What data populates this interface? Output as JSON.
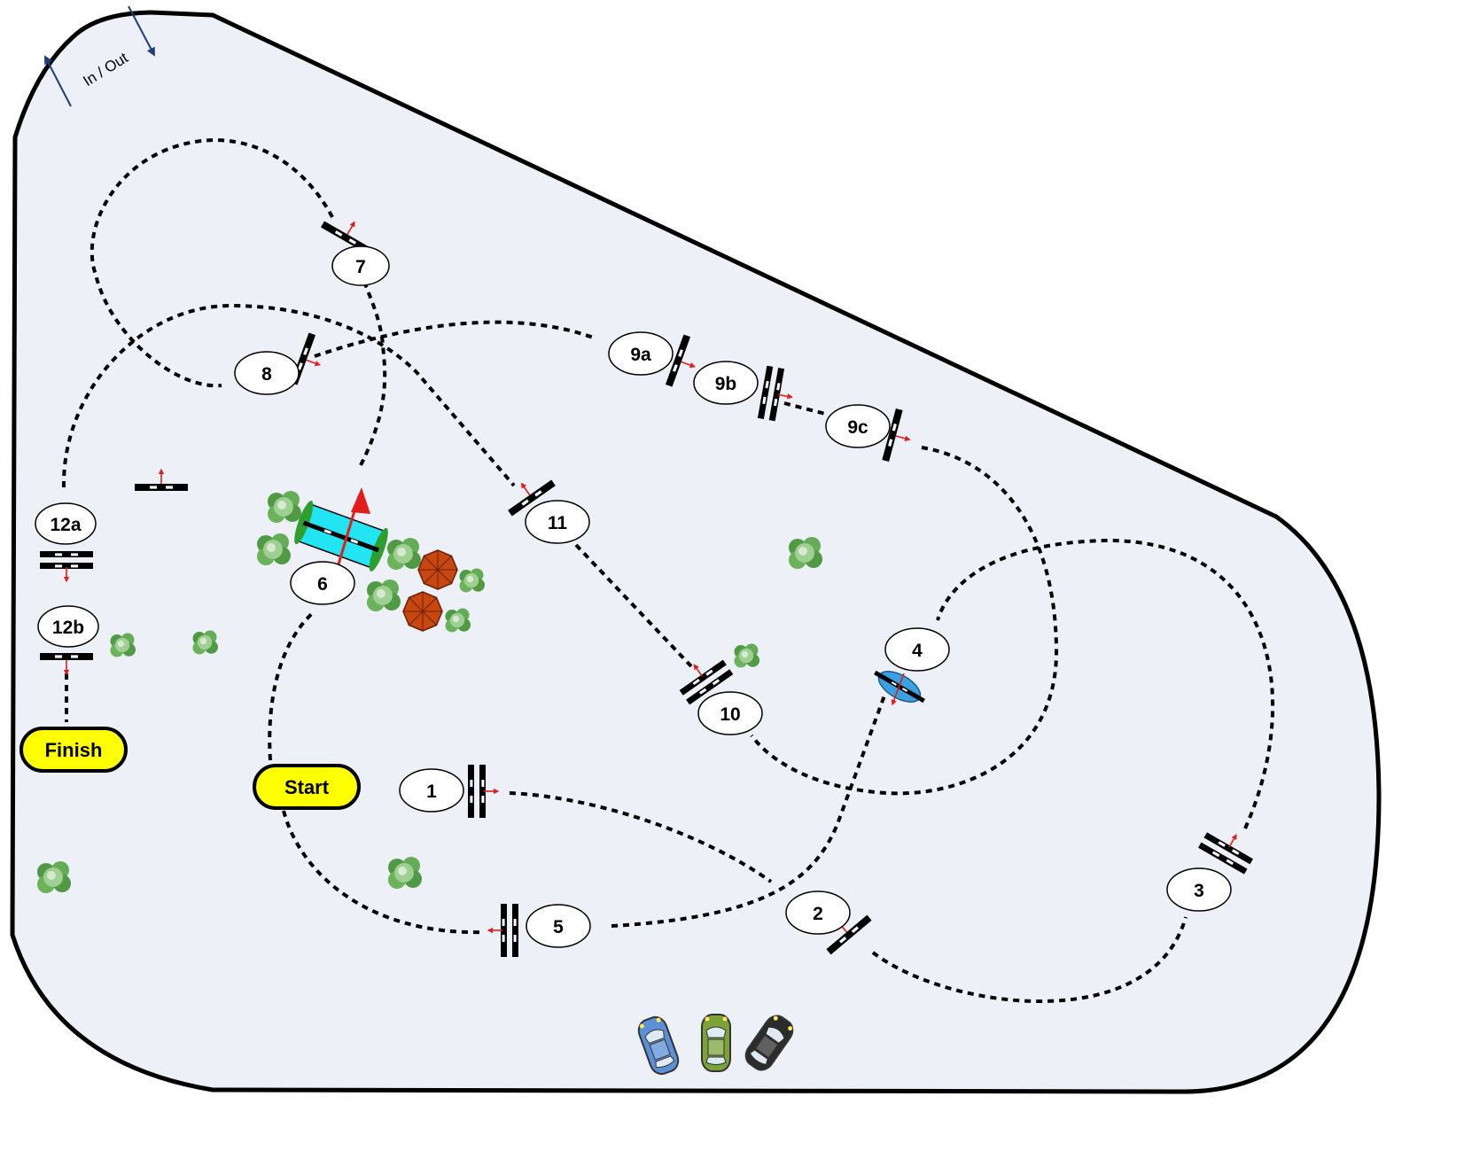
{
  "entrance": {
    "label": "In / Out"
  },
  "start": {
    "label": "Start"
  },
  "finish": {
    "label": "Finish"
  },
  "stations": [
    {
      "id": "s1",
      "label": "1"
    },
    {
      "id": "s2",
      "label": "2"
    },
    {
      "id": "s3",
      "label": "3"
    },
    {
      "id": "s4",
      "label": "4"
    },
    {
      "id": "s5",
      "label": "5"
    },
    {
      "id": "s6",
      "label": "6"
    },
    {
      "id": "s7",
      "label": "7"
    },
    {
      "id": "s8",
      "label": "8"
    },
    {
      "id": "s9a",
      "label": "9a"
    },
    {
      "id": "s9b",
      "label": "9b"
    },
    {
      "id": "s9c",
      "label": "9c"
    },
    {
      "id": "s10",
      "label": "10"
    },
    {
      "id": "s11",
      "label": "11"
    },
    {
      "id": "s12a",
      "label": "12a"
    },
    {
      "id": "s12b",
      "label": "12b"
    }
  ],
  "colors": {
    "area": "#edf0f6",
    "outline": "#000000",
    "arrow": "#e31c1c",
    "start_finish": "#ffff00",
    "bridge": "#22e4f2",
    "bridge_edge": "#2e9e2e",
    "tree": "#6bb35a",
    "umbrella": "#c8460f",
    "entrance_arrow": "#1f3f7a"
  },
  "cars": [
    {
      "name": "blue-car",
      "color": "#5b8fd6"
    },
    {
      "name": "green-car",
      "color": "#7aa33a"
    },
    {
      "name": "black-car",
      "color": "#2b2b2b"
    }
  ]
}
